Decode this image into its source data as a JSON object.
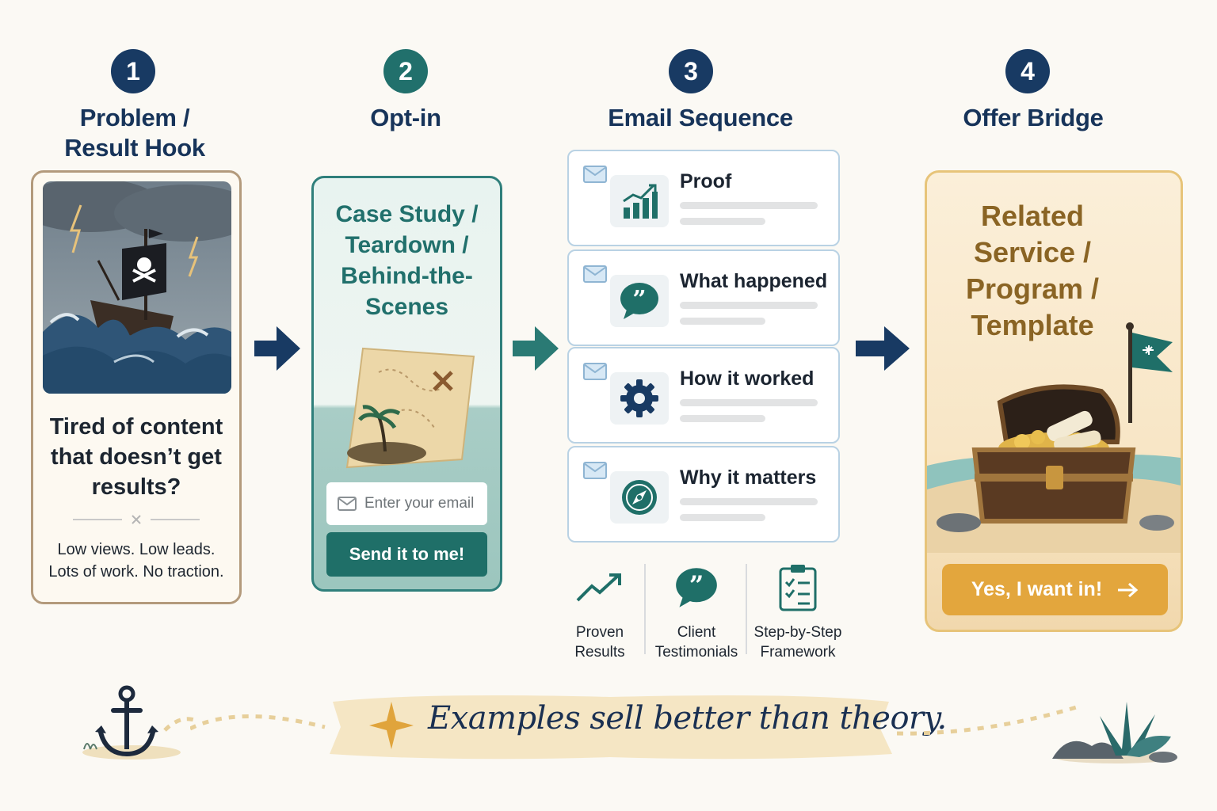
{
  "steps": [
    {
      "number": "1",
      "title_line1": "Problem /",
      "title_line2": "Result Hook",
      "color": "#183a63"
    },
    {
      "number": "2",
      "title": "Opt-in",
      "color": "#21706c"
    },
    {
      "number": "3",
      "title": "Email Sequence",
      "color": "#183a63"
    },
    {
      "number": "4",
      "title": "Offer Bridge",
      "color": "#183a63"
    }
  ],
  "card1": {
    "question_lines": [
      "Tired of content",
      "that doesn’t get",
      "results?"
    ],
    "sub_lines": [
      "Low views. Low leads.",
      "Lots of work. No traction."
    ]
  },
  "card2": {
    "title_lines": [
      "Case Study /",
      "Teardown /",
      "Behind-the-",
      "Scenes"
    ],
    "email_placeholder": "Enter your email",
    "button_label": "Send it to me!"
  },
  "emails": [
    {
      "label": "Proof",
      "icon": "bar-chart-icon"
    },
    {
      "label": "What happened",
      "icon": "quote-bubble-icon"
    },
    {
      "label": "How it worked",
      "icon": "gear-icon"
    },
    {
      "label": "Why it matters",
      "icon": "compass-icon"
    }
  ],
  "features": [
    {
      "line1": "Proven",
      "line2": "Results",
      "icon": "trend-up-icon"
    },
    {
      "line1": "Client",
      "line2": "Testimonials",
      "icon": "quote-bubble-icon"
    },
    {
      "line1": "Step-by-Step",
      "line2": "Framework",
      "icon": "checklist-icon"
    }
  ],
  "card4": {
    "title_lines": [
      "Related",
      "Service /",
      "Program /",
      "Template"
    ],
    "button_label": "Yes, I want in!"
  },
  "tagline": "Examples sell better than theory.",
  "colors": {
    "navy": "#183a63",
    "teal": "#21706c",
    "gold": "#e3a63d"
  }
}
